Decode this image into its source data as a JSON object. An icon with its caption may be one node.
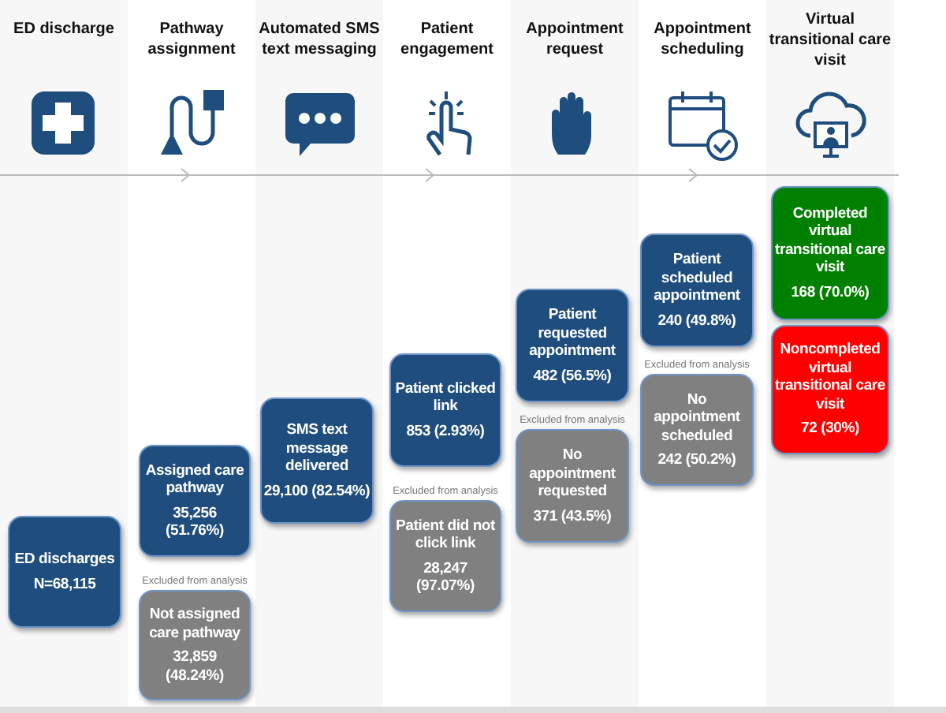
{
  "diagram": {
    "nodes": [
      {
        "text": [
          "ED discharges",
          "N=68,115"
        ]
      },
      {
        "text": [
          "Assigned care pathway",
          "35,256 (51.76%)"
        ]
      },
      {
        "text": [
          "Not assigned care pathway",
          "32,859 (48.24%)"
        ],
        "beside": [
          "Excluded from analysis"
        ]
      },
      {
        "text": [
          "SMS text message delivered",
          "29,100 (82.54%)"
        ]
      },
      {
        "text": [
          "Patient clicked link",
          "853 (2.93%)"
        ]
      },
      {
        "text": [
          "Patient did not click link",
          "28,247 (97.07%)"
        ],
        "beside": [
          "Excluded from analysis"
        ]
      },
      {
        "text": [
          "Patient requested appointment",
          "482 (56.5%)"
        ]
      },
      {
        "text": [
          "No appointment requested",
          "371 (43.5%)"
        ],
        "beside": [
          "Excluded from analysis"
        ]
      },
      {
        "text": [
          "Patient scheduled appointment",
          "240 (49.8%)"
        ]
      },
      {
        "text": [
          "No appointment scheduled",
          "242 (50.2%)"
        ],
        "beside": [
          "Excluded from analysis"
        ]
      },
      {
        "text": [
          "Completed virtual transitional care visit",
          "168 (70.0%)"
        ]
      },
      {
        "text": [
          "Noncompleted virtual transitional care visit",
          "72 (30%)"
        ]
      }
    ],
    "edges": [],
    "labels": [
      "ED discharge",
      "Pathway assignment",
      "Automated SMS text messaging",
      "Patient engagement",
      "Appointment request",
      "Appointment scheduling",
      "Virtual transitional care visit"
    ]
  }
}
